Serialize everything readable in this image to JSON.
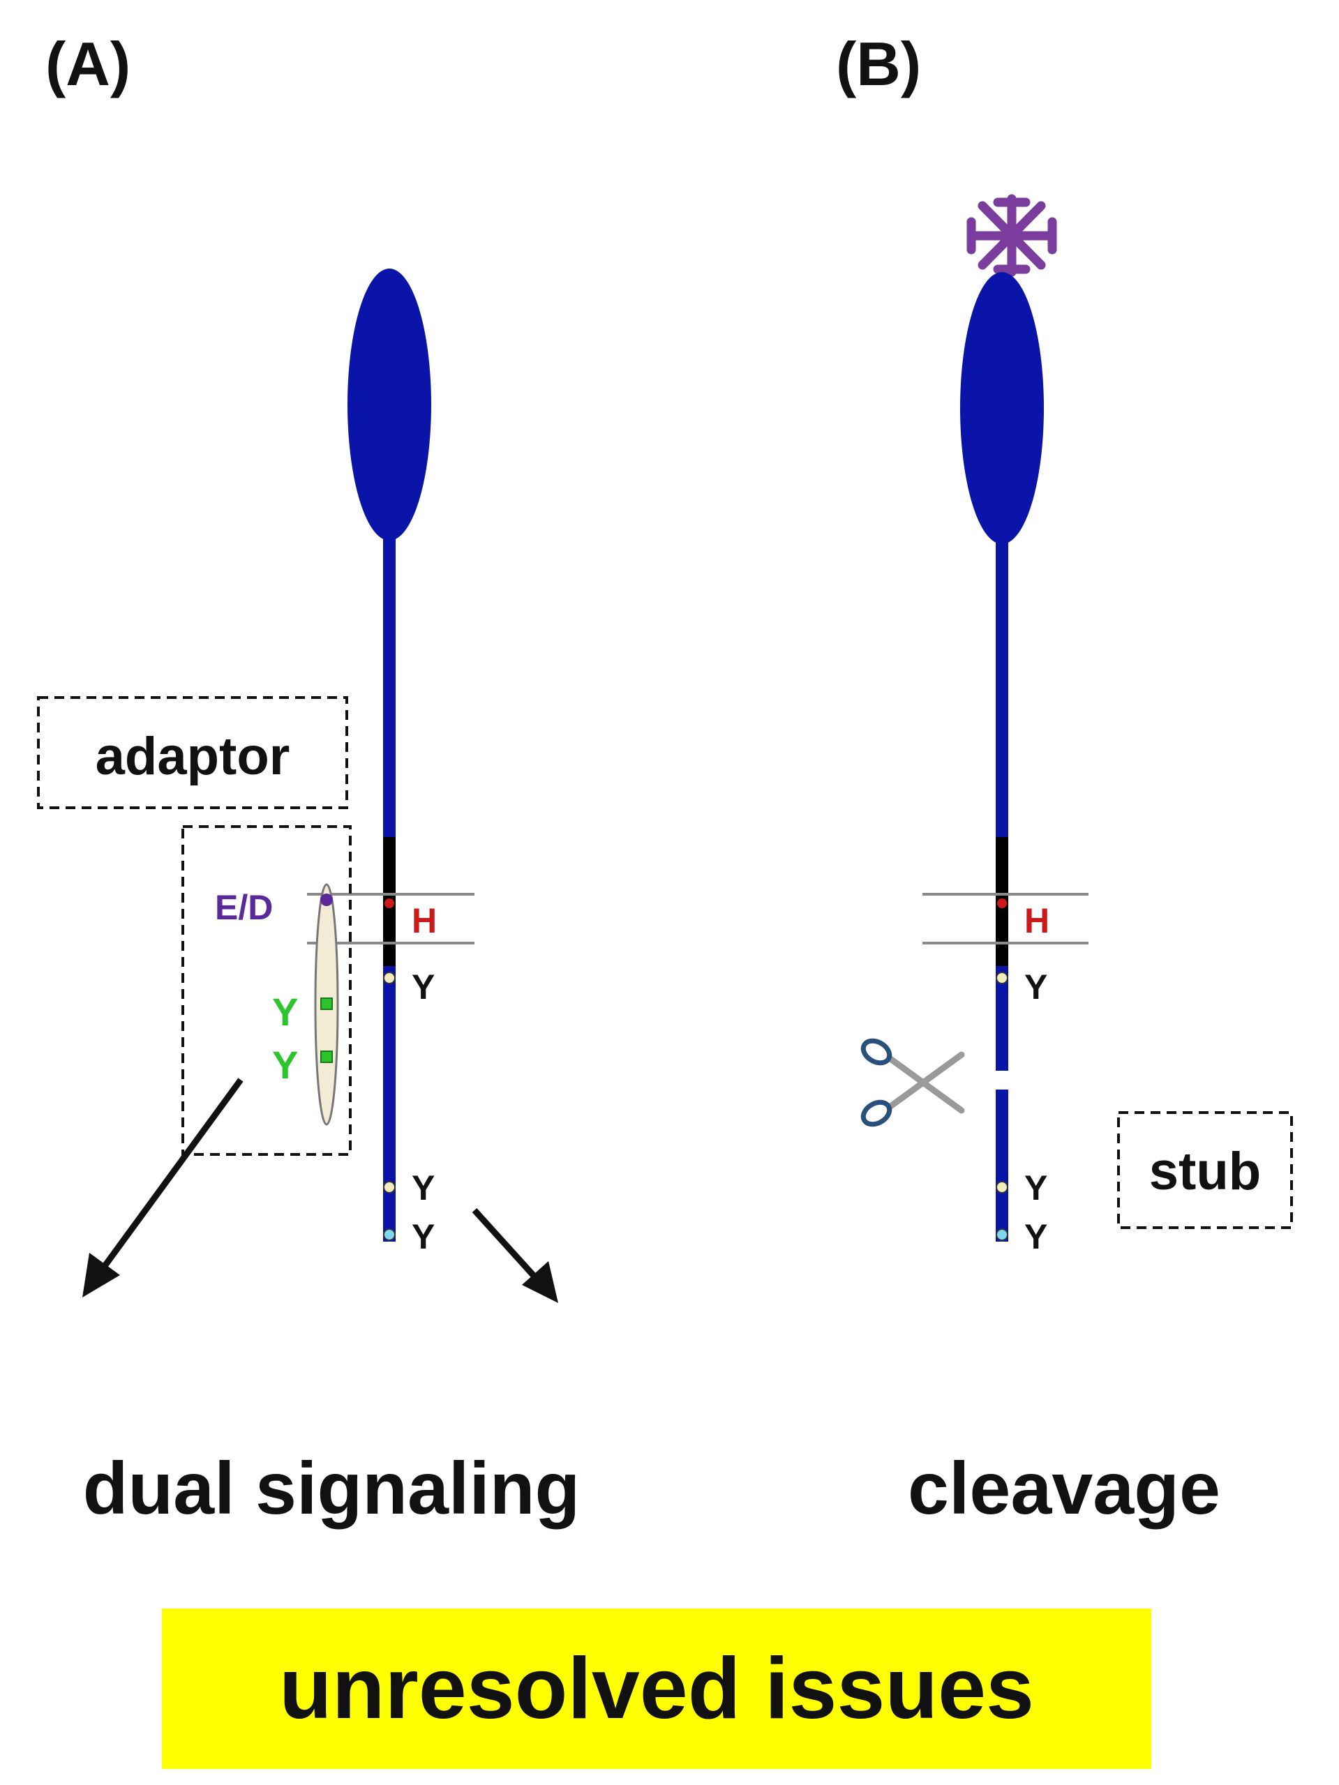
{
  "panels": {
    "a": {
      "label": "(A)",
      "caption": "dual signaling",
      "adaptor_label": "adaptor",
      "residue_ed": "E/D",
      "residue_h": "H",
      "adaptor_y1": "Y",
      "adaptor_y2": "Y",
      "tail_y1": "Y",
      "tail_y2": "Y",
      "tail_y3": "Y"
    },
    "b": {
      "label": "(B)",
      "caption": "cleavage",
      "stub_label": "stub",
      "residue_h": "H",
      "tail_y1": "Y",
      "tail_y2": "Y",
      "tail_y3": "Y"
    }
  },
  "footer": {
    "banner_text": "unresolved issues"
  },
  "colors": {
    "receptor": "#0a14a8",
    "transmembrane": "#000000",
    "membrane": "#8a8a8a",
    "histidine": "#cc1a1a",
    "acidic_residue": "#5a2a9a",
    "adaptor_tyrosine": "#2ec42e",
    "ligand": "#7a3d9e",
    "banner": "#ffff00",
    "adaptor_body": "#f2ecd6"
  },
  "icons": [
    "ligand-icon",
    "scissors-icon",
    "arrow-icon"
  ]
}
